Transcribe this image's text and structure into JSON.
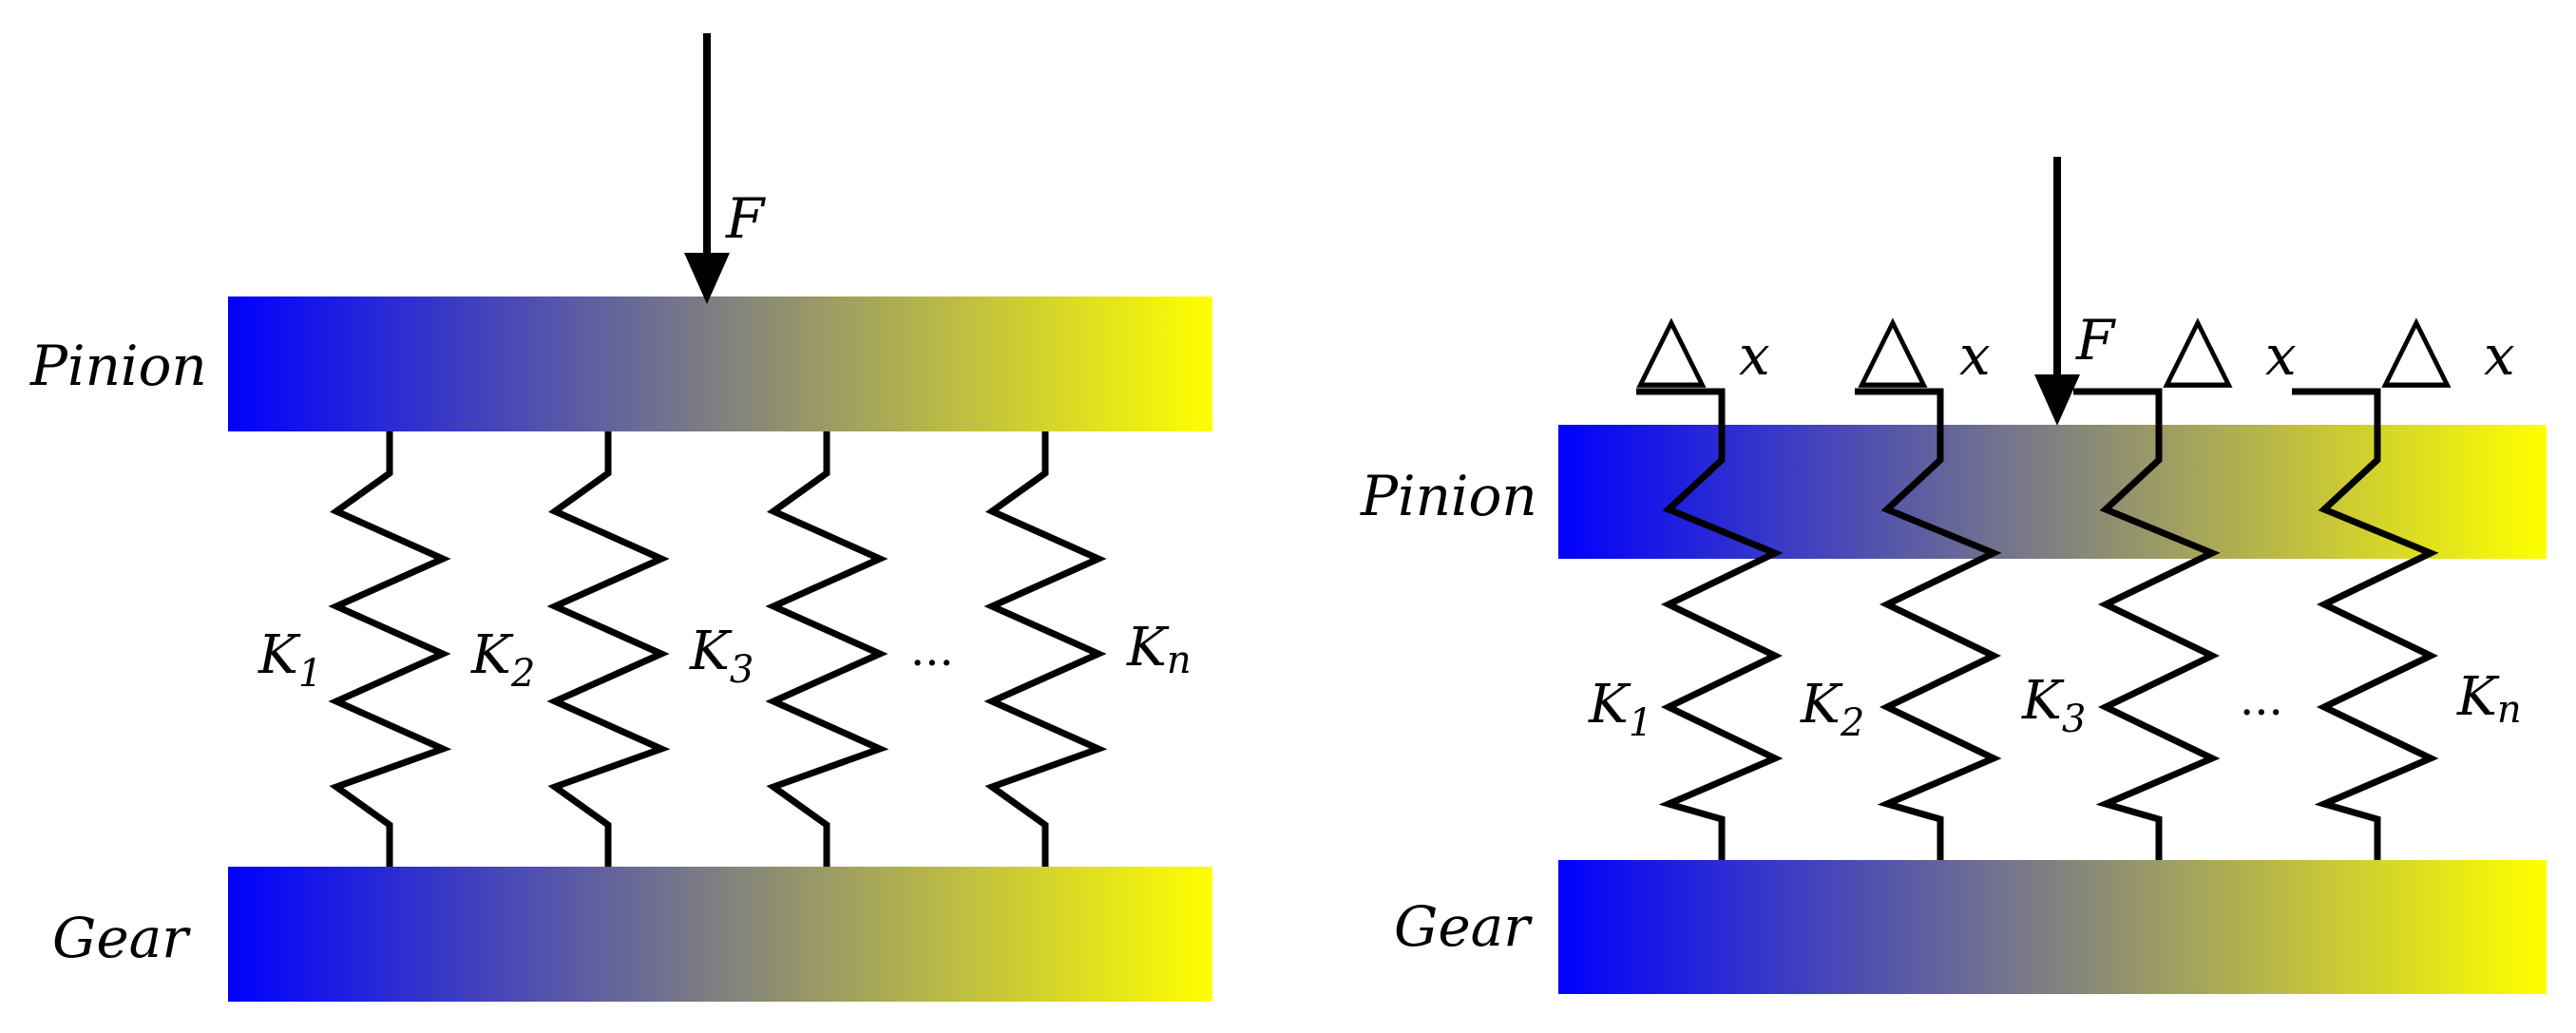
{
  "panels": [
    {
      "id": "left",
      "pinion_label": "Pinion",
      "gear_label": "Gear",
      "force_label": "F",
      "spring_labels": [
        {
          "base": "K",
          "sub": "1"
        },
        {
          "base": "K",
          "sub": "2"
        },
        {
          "base": "K",
          "sub": "3"
        },
        {
          "base": "...",
          "sub": ""
        },
        {
          "base": "K",
          "sub": "n"
        }
      ]
    },
    {
      "id": "right",
      "pinion_label": "Pinion",
      "gear_label": "Gear",
      "force_label": "F",
      "spring_labels": [
        {
          "base": "K",
          "sub": "1"
        },
        {
          "base": "K",
          "sub": "2"
        },
        {
          "base": "K",
          "sub": "3"
        },
        {
          "base": "...",
          "sub": ""
        },
        {
          "base": "K",
          "sub": "n"
        }
      ],
      "deltas": [
        {
          "symbol": "△",
          "var": "x"
        },
        {
          "symbol": "△",
          "var": "x"
        },
        {
          "symbol": "△",
          "var": "x"
        },
        {
          "symbol": "△",
          "var": "x"
        }
      ]
    }
  ],
  "colors": {
    "gradient_start": "#0000ff",
    "gradient_mid": "#808080",
    "gradient_end": "#ffff00",
    "line": "#000000"
  }
}
